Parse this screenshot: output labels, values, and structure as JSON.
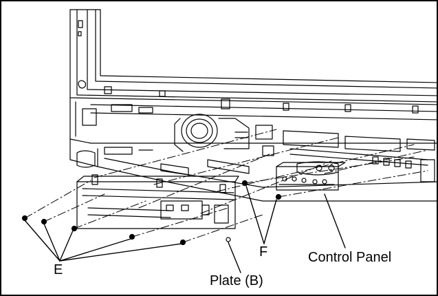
{
  "labels": {
    "e": "E",
    "f": "F",
    "control_panel": "Control Panel",
    "plate_b": "Plate (B)"
  },
  "colors": {
    "line": "#000000",
    "background": "#ffffff"
  }
}
